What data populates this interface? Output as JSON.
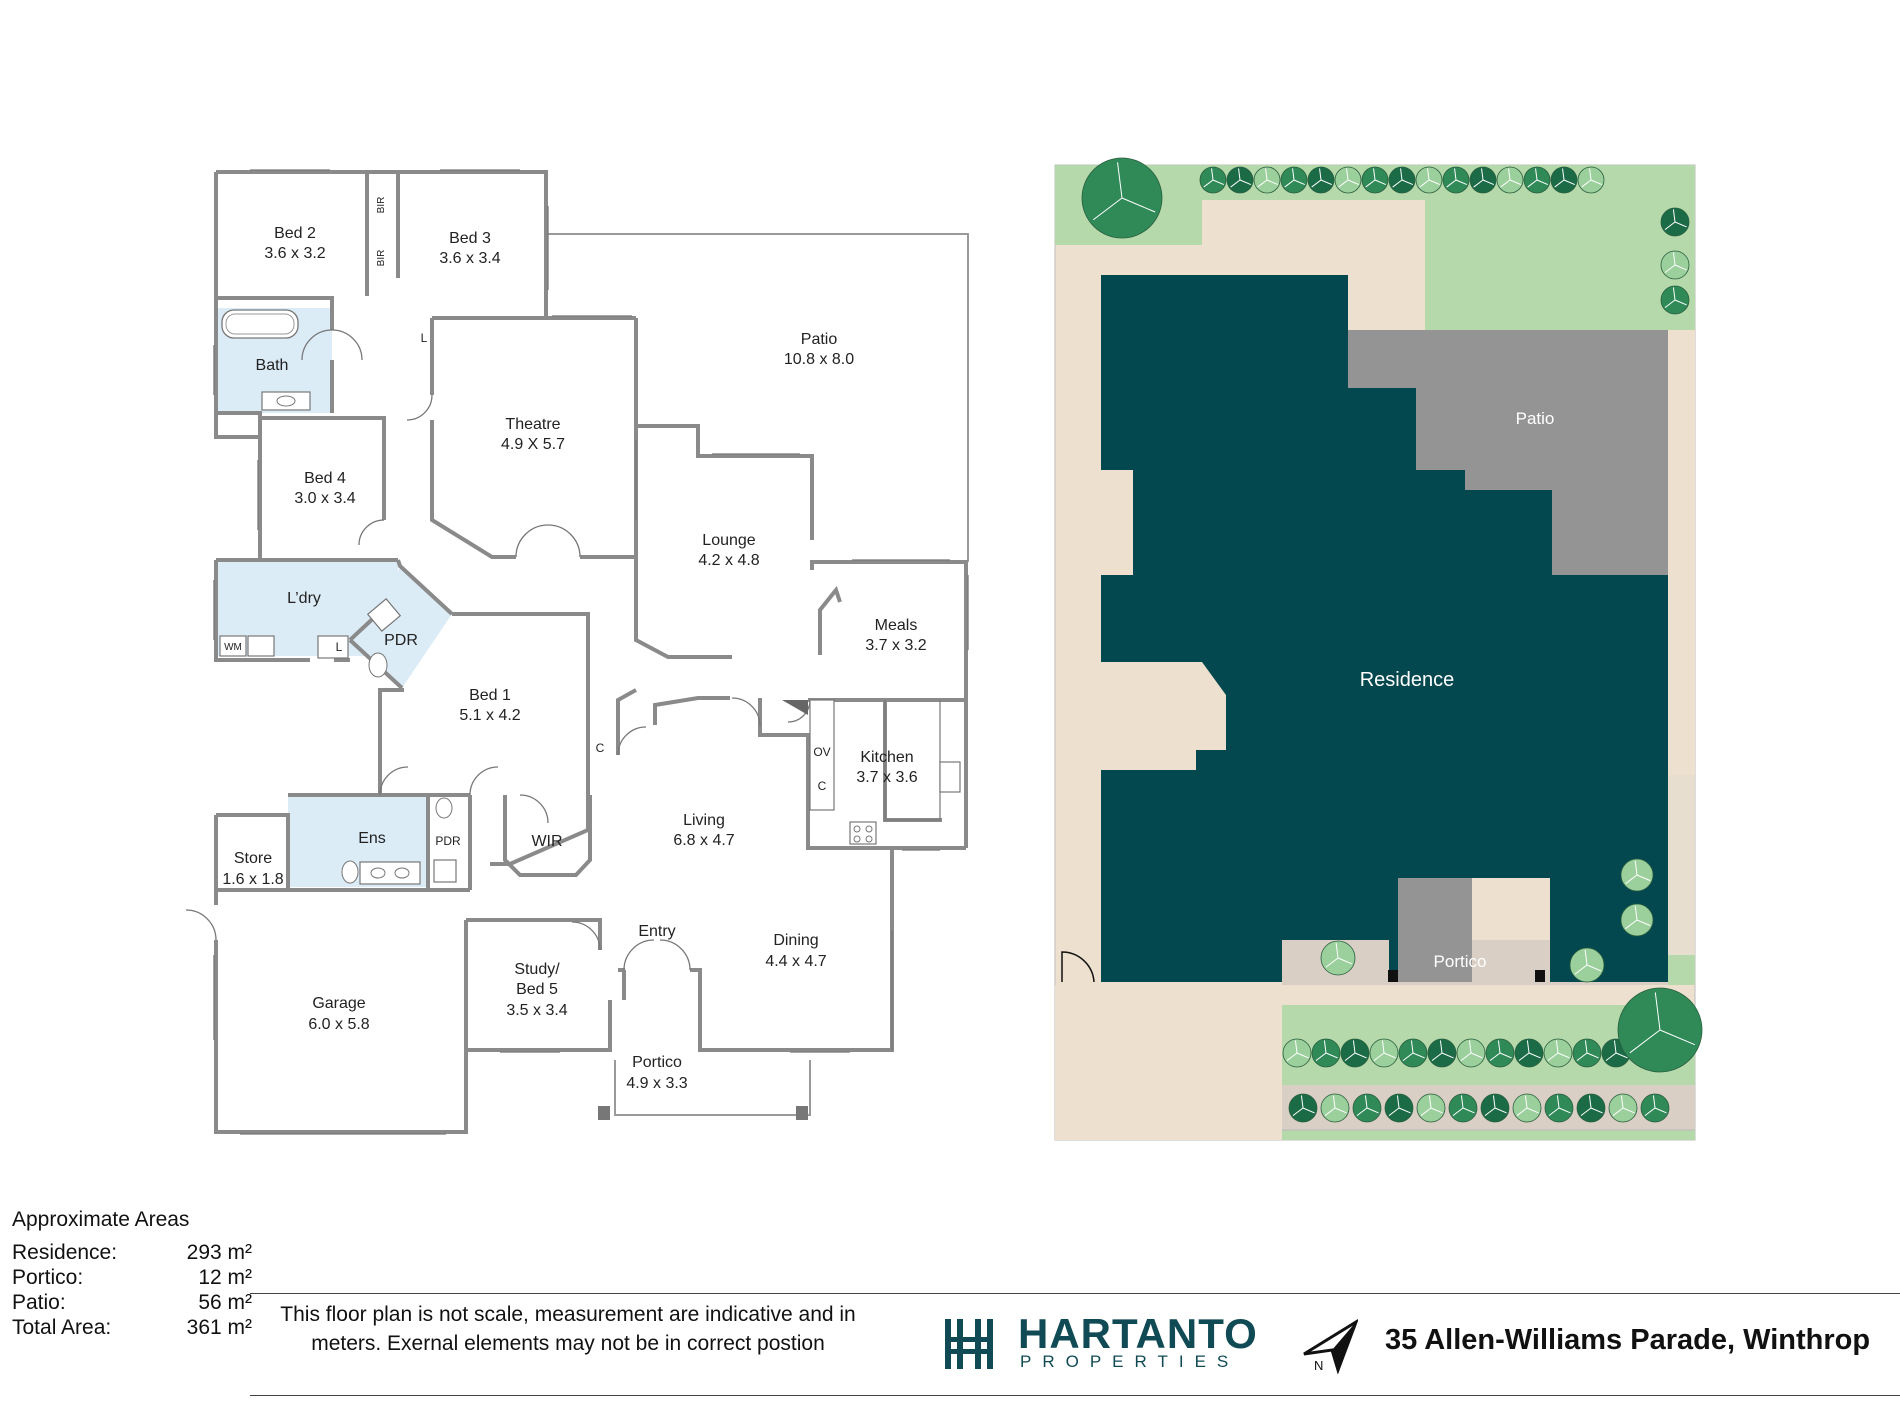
{
  "floor_plan": {
    "rooms": {
      "bed2": {
        "name": "Bed 2",
        "dims": "3.6 x 3.2"
      },
      "bed3": {
        "name": "Bed 3",
        "dims": "3.6 x 3.4"
      },
      "patio": {
        "name": "Patio",
        "dims": "10.8 x 8.0"
      },
      "bath": {
        "name": "Bath"
      },
      "theatre": {
        "name": "Theatre",
        "dims": "4.9 X 5.7"
      },
      "bed4": {
        "name": "Bed 4",
        "dims": "3.0 x 3.4"
      },
      "lounge": {
        "name": "Lounge",
        "dims": "4.2 x 4.8"
      },
      "laundry": {
        "name": "L’dry"
      },
      "pdr": {
        "name": "PDR"
      },
      "meals": {
        "name": "Meals",
        "dims": "3.7 x 3.2"
      },
      "bed1": {
        "name": "Bed 1",
        "dims": "5.1 x 4.2"
      },
      "kitchen": {
        "name": "Kitchen",
        "dims": "3.7 x 3.6"
      },
      "living": {
        "name": "Living",
        "dims": "6.8 x 4.7"
      },
      "ens": {
        "name": "Ens"
      },
      "pdr2": {
        "name": "PDR"
      },
      "store": {
        "name": "Store",
        "dims": "1.6 x 1.8"
      },
      "wir": {
        "name": "WIR"
      },
      "entry": {
        "name": "Entry"
      },
      "dining": {
        "name": "Dining",
        "dims": "4.4 x 4.7"
      },
      "study": {
        "name": "Study/",
        "name2": "Bed 5",
        "dims": "3.5 x 3.4"
      },
      "garage": {
        "name": "Garage",
        "dims": "6.0 x 5.8"
      },
      "portico": {
        "name": "Portico",
        "dims": "4.9 x 3.3"
      }
    },
    "fixtures": {
      "bir": "BIR",
      "linen": "L",
      "cupboard": "C",
      "oven": "OV",
      "washer": "WM"
    }
  },
  "site_plan": {
    "residence": "Residence",
    "patio": "Patio",
    "portico": "Portico",
    "colors": {
      "residence": "#03474f",
      "patio": "#949494",
      "lawn": "#b5d9ab",
      "paving": "#ede0cf",
      "tree_dark": "#1b6b47",
      "tree_mid": "#2f8a58",
      "tree_light": "#9bcf9c"
    }
  },
  "areas": {
    "heading": "Approximate Areas",
    "rows": [
      {
        "label": "Residence:",
        "value": "293 m²"
      },
      {
        "label": "Portico:",
        "value": "12 m²"
      },
      {
        "label": "Patio:",
        "value": "56 m²"
      },
      {
        "label": "Total Area:",
        "value": "361 m²"
      }
    ]
  },
  "disclaimer": "This floor plan is not scale, measurement are indicative and in meters. Exernal elements may not be in correct postion",
  "brand": {
    "name": "HARTANTO",
    "sub": "PROPERTIES",
    "color": "#0f4a55"
  },
  "address": "35 Allen-Williams Parade, Winthrop",
  "north_icon": "north-arrow-icon"
}
